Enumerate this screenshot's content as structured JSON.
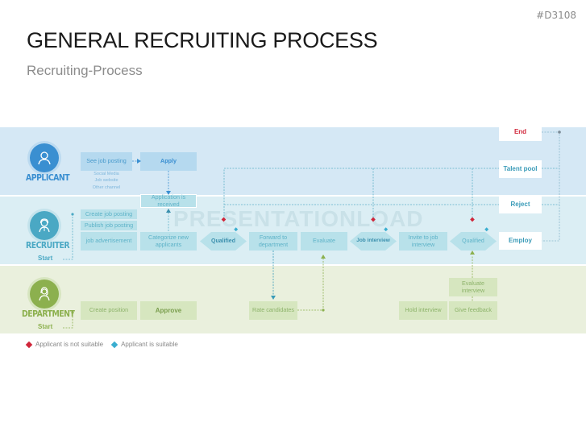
{
  "header": {
    "doc_id": "#D3108",
    "title": "GENERAL RECRUITING PROCESS",
    "subtitle": "Recruiting-Process"
  },
  "watermark": "PRESENTATIONLOAD",
  "lanes": {
    "applicant": {
      "label": "APPLICANT",
      "color": "#3a8fd1",
      "icon": "person-icon"
    },
    "recruiter": {
      "label": "RECRUITER",
      "start": "Start",
      "color": "#4aa8c4",
      "icon": "recruiter-headset-icon"
    },
    "department": {
      "label": "DEPARTMENT",
      "start": "Start",
      "color": "#8cb04e",
      "icon": "woman-icon"
    }
  },
  "applicant": {
    "see_job_posting": "See job posting",
    "channels": [
      "Social Media",
      "Job website",
      "Other channel"
    ],
    "apply": "Apply"
  },
  "recruiter": {
    "application_received": "Application is received",
    "create_job_posting": "Create job posting",
    "publish_job_posting": "Publish job posting",
    "job_advertisement": "job advertisement",
    "categorize": "Categorize new applicants",
    "qualified_1": "Qualified",
    "forward": "Forward to department",
    "evaluate": "Evaluate",
    "job_interview": "Job interview",
    "invite": "Invite to job interview",
    "qualified_2": "Qualified"
  },
  "department": {
    "create_position": "Create position",
    "approve": "Approve",
    "rate_candidates": "Rate candidates",
    "hold_interview": "Hold interview",
    "give_feedback": "Give feedback",
    "evaluate_interview": "Evaluate interview"
  },
  "outcomes": {
    "end": "End",
    "talent_pool": "Talent pool",
    "reject": "Reject",
    "employ": "Employ"
  },
  "legend": {
    "not_suitable": "Applicant is not suitable",
    "suitable": "Applicant is suitable",
    "not_suitable_color": "#d0263a",
    "suitable_color": "#3aaed0"
  },
  "colors": {
    "end_text": "#d0263a",
    "outcome_text": "#3a9bb8"
  }
}
